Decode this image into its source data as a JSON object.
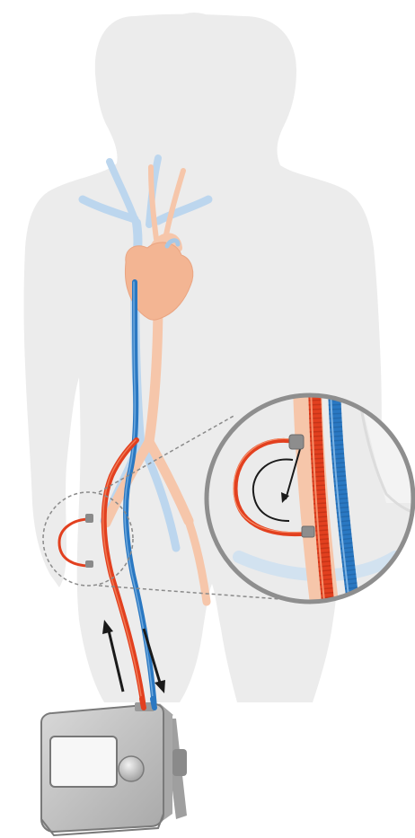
{
  "diagram": {
    "figure": "human-silhouette-rear",
    "organs": [
      "heart",
      "aorta",
      "vena-cava",
      "femoral-vessels"
    ],
    "cannulas": [
      {
        "kind": "arterial",
        "color": "#e2401f"
      },
      {
        "kind": "venous",
        "color": "#2a78c2"
      }
    ],
    "distal-perfusion-loop": true,
    "magnifier": true,
    "flow-arrows": [
      "up",
      "down"
    ],
    "device": {
      "kind": "ecmo-console",
      "has-screen": true,
      "has-knob": true
    }
  },
  "colors": {
    "silhouette": "#ececec",
    "vein": "#bcd6ee",
    "artery": "#f6c6aa",
    "heart": "#f3b593",
    "arterial_tube": "#e2401f",
    "venous_tube": "#2a78c2",
    "console": "#bcbcbc",
    "screen": "#f7f7f7"
  }
}
